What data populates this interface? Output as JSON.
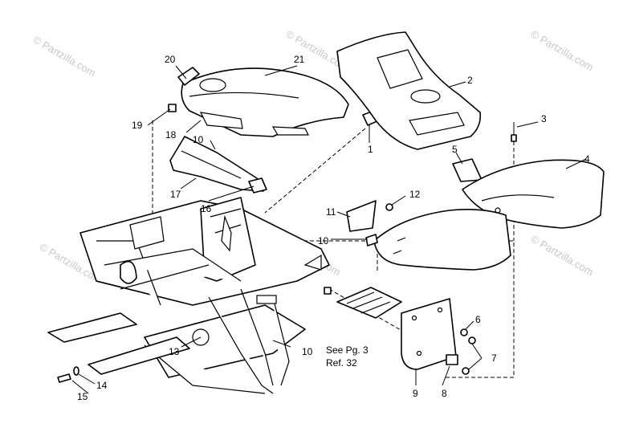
{
  "watermark": "© Partzilla.com",
  "callouts": {
    "c1": "1",
    "c2": "2",
    "c3": "3",
    "c4": "4",
    "c5": "5",
    "c6": "6",
    "c7": "7",
    "c8": "8",
    "c9": "9",
    "c10a": "10",
    "c10b": "10",
    "c10c": "10",
    "c11": "11",
    "c12": "12",
    "c13": "13",
    "c14": "14",
    "c15": "15",
    "c16": "16",
    "c17": "17",
    "c18": "18",
    "c19": "19",
    "c20": "20",
    "c21": "21"
  },
  "note": {
    "line1": "See Pg. 3",
    "line2": "Ref. 32"
  },
  "colors": {
    "line": "#000000",
    "watermark": "#c8c8c8",
    "background": "#ffffff"
  }
}
